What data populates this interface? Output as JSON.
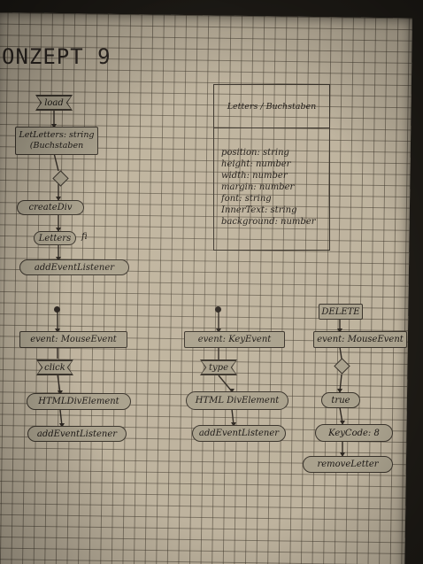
{
  "title": "ONZEPT 9",
  "load_flow": {
    "start": "load",
    "declare": [
      "LetLetters: string",
      "(Buchstaben"
    ],
    "create_div": "createDiv",
    "letters_node": "Letters",
    "letters_side_note": "fi",
    "add_listener": "addEventListener"
  },
  "class_box": {
    "name": "Letters / Buchstaben",
    "attributes": [
      "position: string",
      "height: number",
      "width: number",
      "margin: number",
      "font: string",
      "InnerText: string",
      "background: number"
    ]
  },
  "mouse_flow": {
    "event": "event: MouseEvent",
    "click": "click",
    "target": "HTMLDivElement",
    "add_listener": "addEventListener"
  },
  "key_flow": {
    "event": "event: KeyEvent",
    "type": "type",
    "target": "HTML DivElement",
    "add_listener": "addEventListener"
  },
  "delete_flow": {
    "label": "DELETE",
    "event": "event: MouseEvent",
    "true_label": "true",
    "keycode": "KeyCode: 8",
    "remove": "removeLetter"
  }
}
